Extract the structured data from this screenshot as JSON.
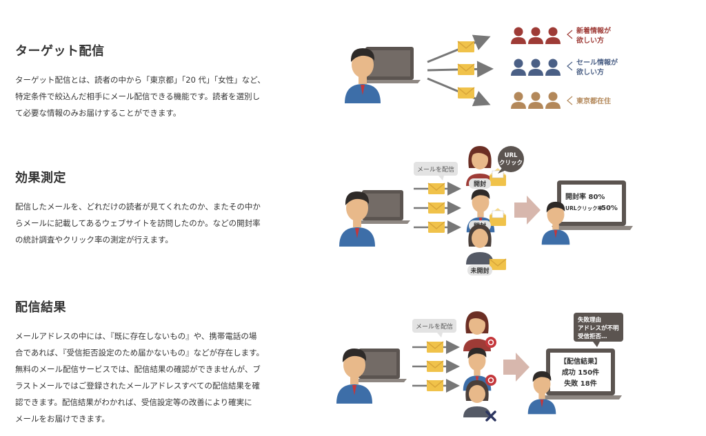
{
  "sections": [
    {
      "title": "ターゲット配信",
      "lines": [
        "ターゲット配信とは、読者の中から「東京都」「20 代」「女性」など、",
        "特定条件で絞込んだ相手にメール配信できる機能です。読者を選別し",
        "て必要な情報のみお届けすることができます。"
      ]
    },
    {
      "title": "効果測定",
      "lines": [
        "配信したメールを、どれだけの読者が見てくれたのか、またその中か",
        "らメールに記載してあるウェブサイトを訪問したのか。などの開封率",
        "の統計調査やクリック率の測定が行えます。"
      ]
    },
    {
      "title": "配信結果",
      "lines": [
        "メールアドレスの中には、『既に存在しないもの』や、携帯電話の場",
        "合であれば、『受信拒否設定のため届かないもの』などが存在します。",
        "無料のメール配信サービスでは、配信結果の確認ができませんが、ブ",
        "ラストメールではご登録されたメールアドレスすべての配信結果を確",
        "認できます。配信結果がわかれば、受信設定等の改善により確実に",
        "メールをお届けできます。"
      ]
    }
  ],
  "illus1": {
    "groups": [
      {
        "line1": "新着情報が",
        "line2": "欲しい方",
        "color": "#9e3b36"
      },
      {
        "line1": "セール情報が",
        "line2": "欲しい方",
        "color": "#4a5f85"
      },
      {
        "line1": "東京都在住",
        "line2": "",
        "color": "#b3885a"
      }
    ]
  },
  "illus2": {
    "send_label": "メールを配信",
    "bubble_line1": "URL",
    "bubble_line2": "クリック",
    "tags": [
      "開封",
      "開封",
      "未開封"
    ],
    "stat1": "開封率 80%",
    "stat2_label": "URLクリック率",
    "stat2_value": "50%"
  },
  "illus3": {
    "send_label": "メールを配信",
    "bubble_line1": "失敗理由",
    "bubble_line2": "アドレスが不明",
    "bubble_line3": "受信拒否…",
    "result_title": "【配信結果】",
    "result_success": "成功 150件",
    "result_fail": "失敗 18件"
  },
  "colors": {
    "envelope": "#f0c24a",
    "arrow": "#777777",
    "skin": "#e8b98a",
    "hair": "#2e2a28",
    "shirt": "#3d6ea8",
    "laptop": "#5b5450",
    "screen_frame": "#6a625c",
    "big_arrow": "#d7b7ad",
    "tag_bg": "#e3e3e3",
    "red": "#c4373b",
    "navy": "#2c3560"
  }
}
